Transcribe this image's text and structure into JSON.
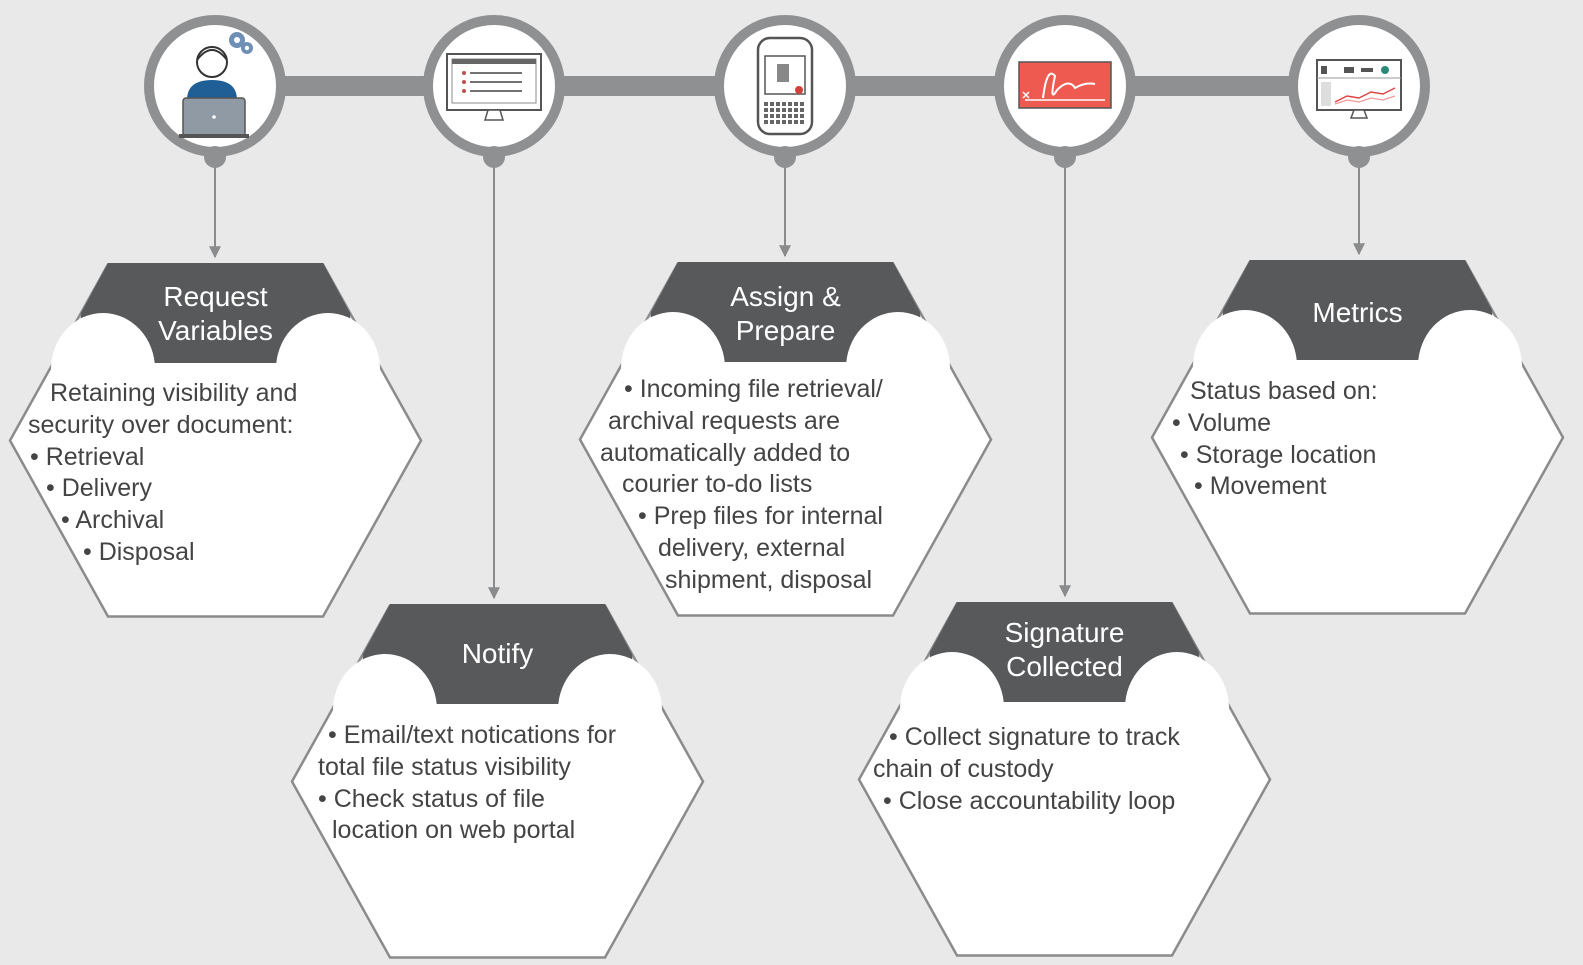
{
  "colors": {
    "background": "#e9e9ea",
    "connector": "#8f9091",
    "hex_border": "#8a8b8c",
    "tab": "#58595b",
    "tab_text": "#ffffff",
    "body_text": "#444444",
    "signature_red": "#ef5a50",
    "user_shirt": "#1f5f96"
  },
  "steps": [
    {
      "id": "request",
      "icon": "user-laptop-gears-icon",
      "title_lines": [
        "Request",
        "Variables"
      ],
      "body_lines": [
        "Retaining visibility and",
        "security over document:",
        "• Retrieval",
        "• Delivery",
        "• Archival",
        "• Disposal"
      ]
    },
    {
      "id": "notify",
      "icon": "monitor-list-icon",
      "title_lines": [
        "Notify"
      ],
      "body_lines": [
        "• Email/text notications for",
        "total file status visibility",
        "• Check status of file",
        "location on web portal"
      ]
    },
    {
      "id": "assign",
      "icon": "smartphone-alert-icon",
      "title_lines": [
        "Assign &",
        "Prepare"
      ],
      "body_lines": [
        "• Incoming file retrieval/",
        "archival requests are",
        "automatically added to",
        "courier to-do lists",
        "• Prep files for internal",
        "delivery, external",
        "shipment, disposal"
      ]
    },
    {
      "id": "signature",
      "icon": "signature-card-icon",
      "title_lines": [
        "Signature",
        "Collected"
      ],
      "body_lines": [
        "• Collect signature to track",
        "chain of custody",
        "• Close accountability loop"
      ]
    },
    {
      "id": "metrics",
      "icon": "dashboard-monitor-icon",
      "title_lines": [
        "Metrics"
      ],
      "body_lines": [
        "Status based on:",
        "• Volume",
        "• Storage location",
        "• Movement"
      ]
    }
  ]
}
